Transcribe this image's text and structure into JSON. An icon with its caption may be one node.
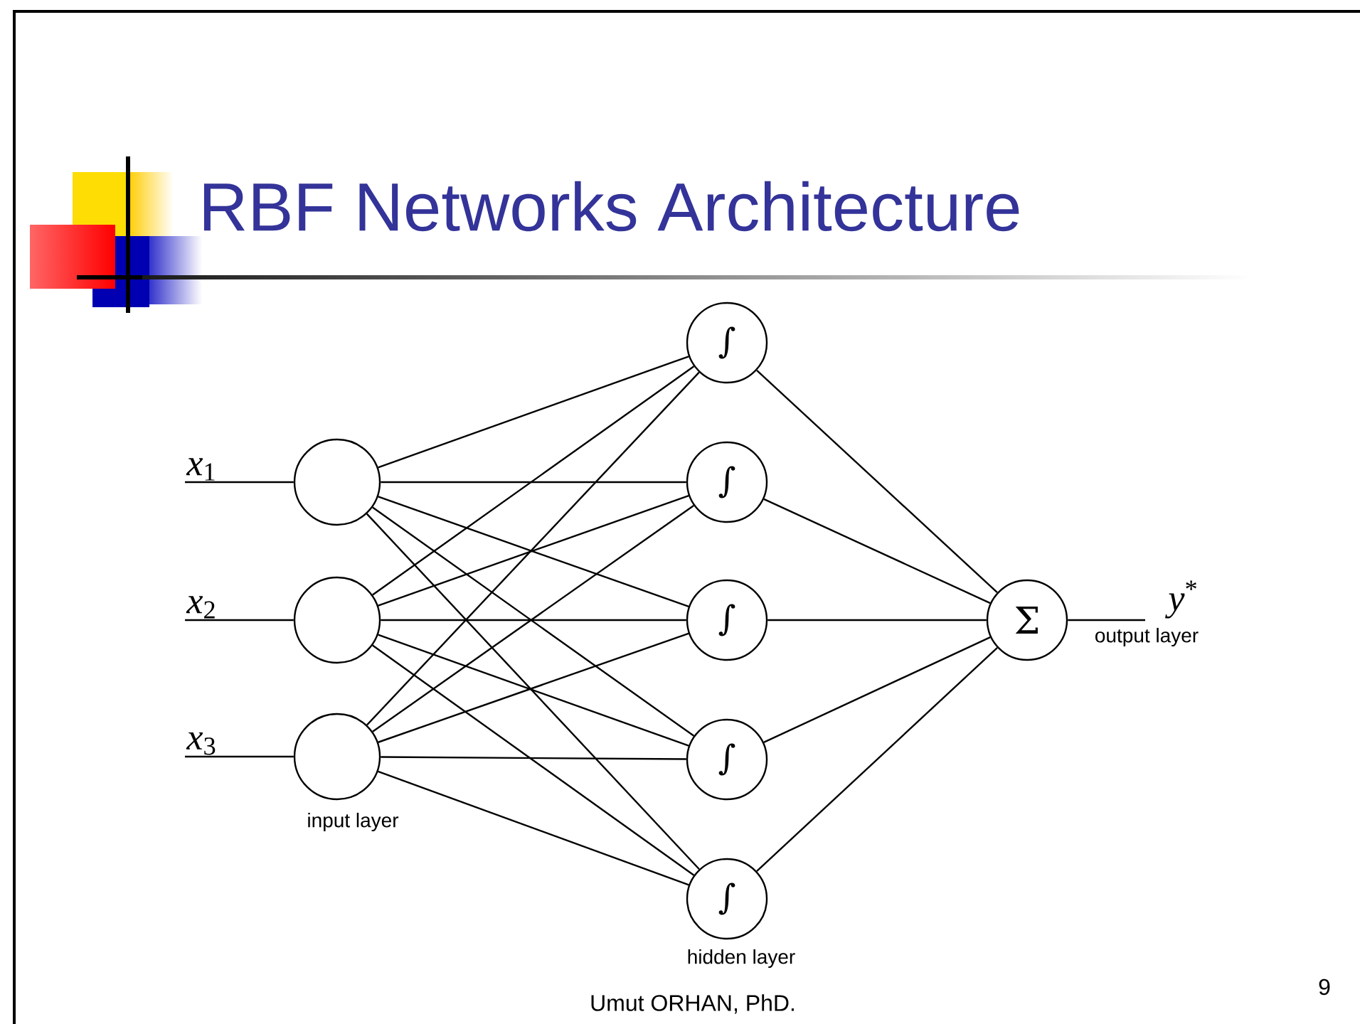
{
  "diagram": {
    "title": "RBF Networks Architecture",
    "nodes": [
      {
        "text": [
          "*x*$_{1}$"
        ]
      },
      {
        "text": [
          "*x*$_{2}$"
        ]
      },
      {
        "text": [
          "*x*$_{3}$"
        ]
      },
      {
        "text": [],
        "shape": "circle"
      },
      {
        "text": [],
        "shape": "circle"
      },
      {
        "text": [],
        "shape": "circle",
        "beside": [
          "input layer"
        ]
      },
      {
        "text": [
          "∫"
        ]
      },
      {
        "text": [
          "∫"
        ]
      },
      {
        "text": [
          "∫"
        ]
      },
      {
        "text": [
          "∫"
        ]
      },
      {
        "text": [
          "∫"
        ],
        "beside": [
          "hidden layer"
        ]
      },
      {
        "text": [
          "Σ"
        ]
      },
      {
        "text": [
          "*y*$^{*}$"
        ]
      }
    ],
    "edges": [
      {
        "from": 0,
        "to": 3,
        "arrow": "none"
      },
      {
        "from": 1,
        "to": 4,
        "arrow": "none"
      },
      {
        "from": 2,
        "to": 5,
        "arrow": "none"
      },
      {
        "from": 3,
        "to": 6,
        "arrow": "none"
      },
      {
        "from": 3,
        "to": 7,
        "arrow": "none"
      },
      {
        "from": 3,
        "to": 8,
        "arrow": "none"
      },
      {
        "from": 3,
        "to": 9,
        "arrow": "none"
      },
      {
        "from": 3,
        "to": 10,
        "arrow": "none"
      },
      {
        "from": 4,
        "to": 6,
        "arrow": "none"
      },
      {
        "from": 4,
        "to": 7,
        "arrow": "none"
      },
      {
        "from": 4,
        "to": 8,
        "arrow": "none"
      },
      {
        "from": 4,
        "to": 9,
        "arrow": "none"
      },
      {
        "from": 4,
        "to": 10,
        "arrow": "none"
      },
      {
        "from": 5,
        "to": 6,
        "arrow": "none"
      },
      {
        "from": 5,
        "to": 7,
        "arrow": "none"
      },
      {
        "from": 5,
        "to": 8,
        "arrow": "none"
      },
      {
        "from": 5,
        "to": 9,
        "arrow": "none"
      },
      {
        "from": 5,
        "to": 10,
        "arrow": "none"
      },
      {
        "from": 6,
        "to": 11,
        "arrow": "none"
      },
      {
        "from": 7,
        "to": 11,
        "arrow": "none"
      },
      {
        "from": 8,
        "to": 11,
        "arrow": "none"
      },
      {
        "from": 9,
        "to": 11,
        "arrow": "none"
      },
      {
        "from": 10,
        "to": 11,
        "arrow": "none"
      },
      {
        "from": 11,
        "to": 12,
        "arrow": "none"
      }
    ],
    "labels": [
      "output layer",
      "Umut ORHAN, PhD.",
      "9"
    ]
  }
}
